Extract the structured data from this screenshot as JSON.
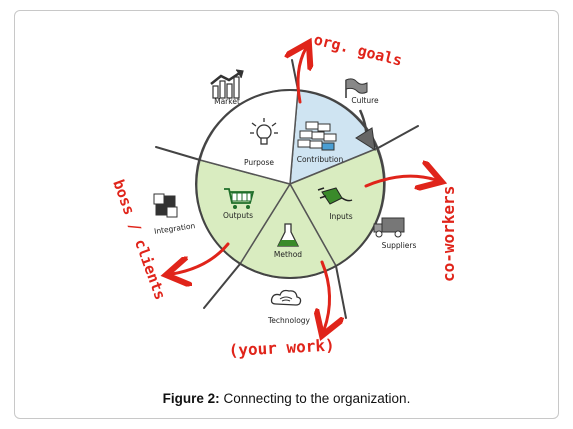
{
  "colors": {
    "inner_green": "#d9ecc0",
    "contribution_blue": "#cfe4f2",
    "purpose_white": "#ffffff",
    "outline": "#555555",
    "annotation_red": "#e0241a"
  },
  "wheel": {
    "inner": {
      "purpose": "Purpose",
      "contribution": "Contribution",
      "inputs": "Inputs",
      "method": "Method",
      "outputs": "Outputs"
    },
    "outer": {
      "market": "Market",
      "culture": "Culture",
      "suppliers": "Suppliers",
      "technology": "Technology",
      "integration": "Integration"
    }
  },
  "annotations": {
    "org_goals": "org. goals",
    "co_workers": "co-workers",
    "your_work": "(your work)",
    "boss_clients": "boss / clients"
  },
  "caption": {
    "label": "Figure 2:",
    "text": " Connecting to the organization."
  }
}
